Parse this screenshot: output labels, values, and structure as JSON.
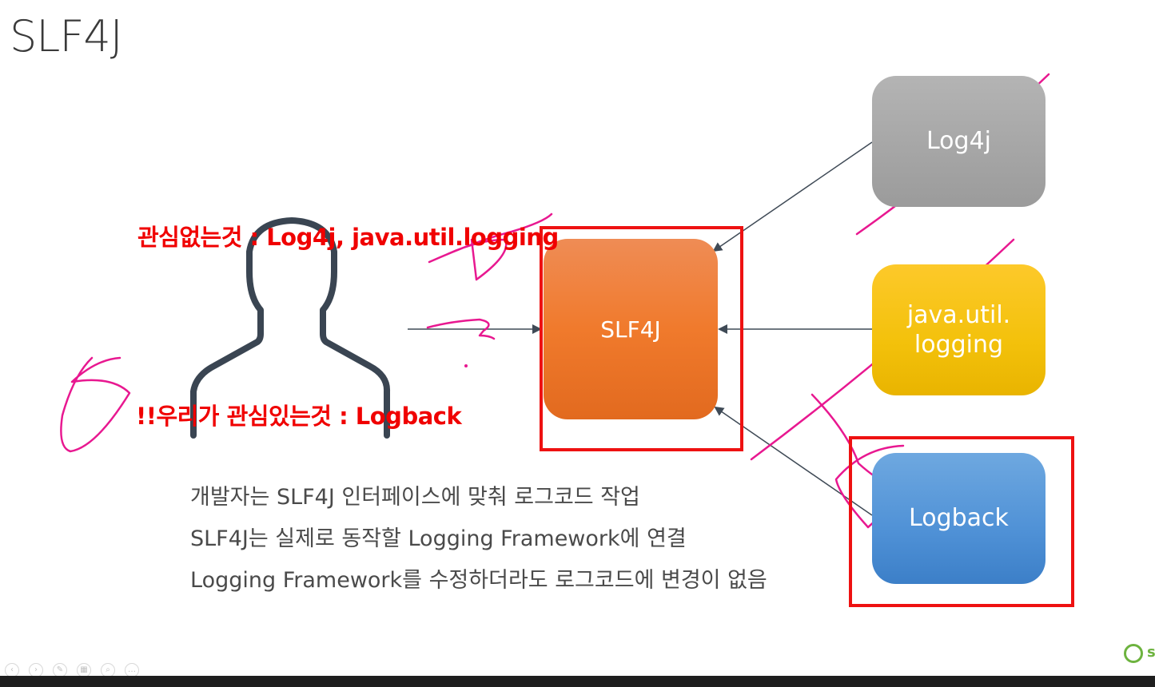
{
  "slide": {
    "title": "SLF4J"
  },
  "boxes": {
    "slf4j": "SLF4J",
    "log4j": "Log4j",
    "jul_line1": "java.util.",
    "jul_line2": "logging",
    "logback": "Logback"
  },
  "annotations": {
    "not_interested": "관심없는것 : Log4j, java.util.logging",
    "interested": "!!우리가 관심있는것 : Logback"
  },
  "description": [
    "개발자는 SLF4J 인터페이스에 맞춰 로그코드 작업",
    "SLF4J는 실제로 동작할 Logging Framework에 연결",
    "Logging Framework를 수정하더라도 로그코드에 변경이 없음"
  ],
  "logo": {
    "letter": "s"
  },
  "colors": {
    "slf4j_box": "#f07a2c",
    "log4j_box": "#9b9b9b",
    "jul_box": "#f3c10b",
    "logback_box": "#4f91d6",
    "highlight_frame": "#ee1111",
    "annotation_text": "#f00000",
    "pen_strokes": "#e81890"
  }
}
